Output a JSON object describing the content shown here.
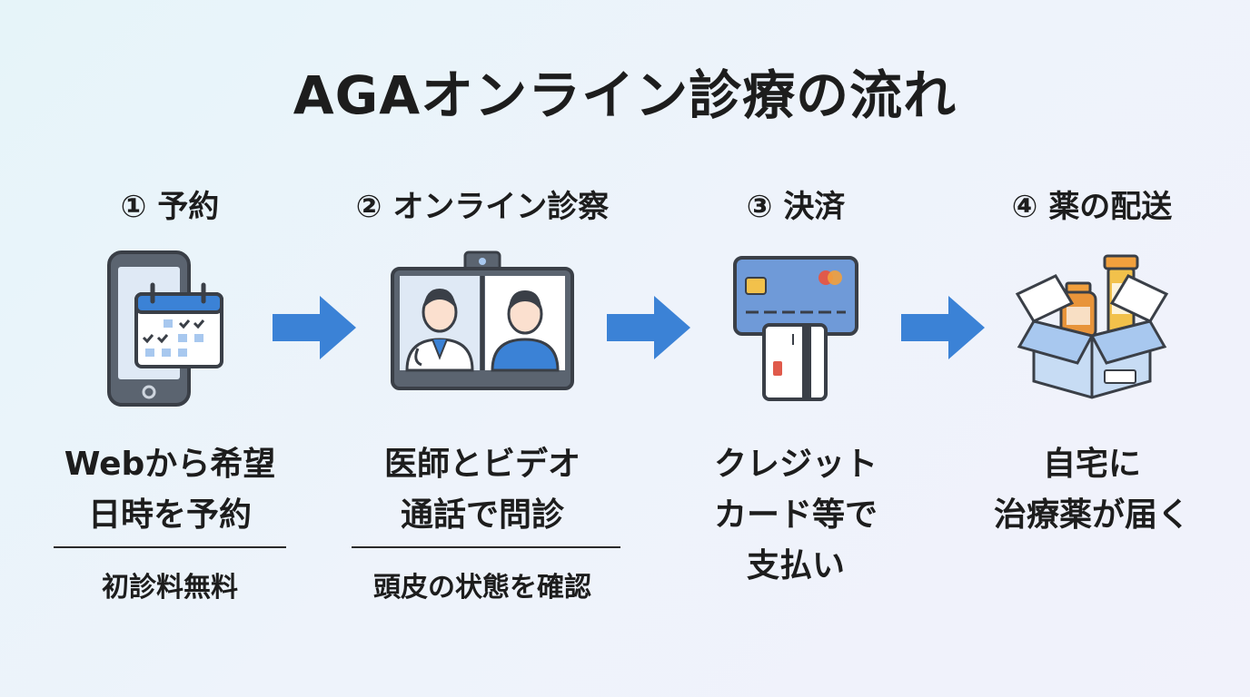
{
  "title": "AGAオンライン診療の流れ",
  "steps": [
    {
      "number": "①",
      "title": "予約",
      "icon": "smartphone-calendar-icon",
      "desc_lines": [
        "Webから希望",
        "日時を予約"
      ],
      "note": "初診料無料"
    },
    {
      "number": "②",
      "title": "オンライン診察",
      "icon": "video-call-doctor-icon",
      "desc_lines": [
        "医師とビデオ",
        "通話で問診"
      ],
      "note": "頭皮の状態を確認"
    },
    {
      "number": "③",
      "title": "決済",
      "icon": "credit-card-payment-icon",
      "desc_lines": [
        "クレジット",
        "カード等で",
        "支払い"
      ],
      "note": ""
    },
    {
      "number": "④",
      "title": "薬の配送",
      "icon": "medicine-box-icon",
      "desc_lines": [
        "自宅に",
        "治療薬が届く"
      ],
      "note": ""
    }
  ],
  "colors": {
    "arrow": "#3b82d6",
    "icon_fill": "#a8c8ef",
    "icon_stroke": "#3a3f47",
    "calendar_header": "#3b82d6"
  }
}
